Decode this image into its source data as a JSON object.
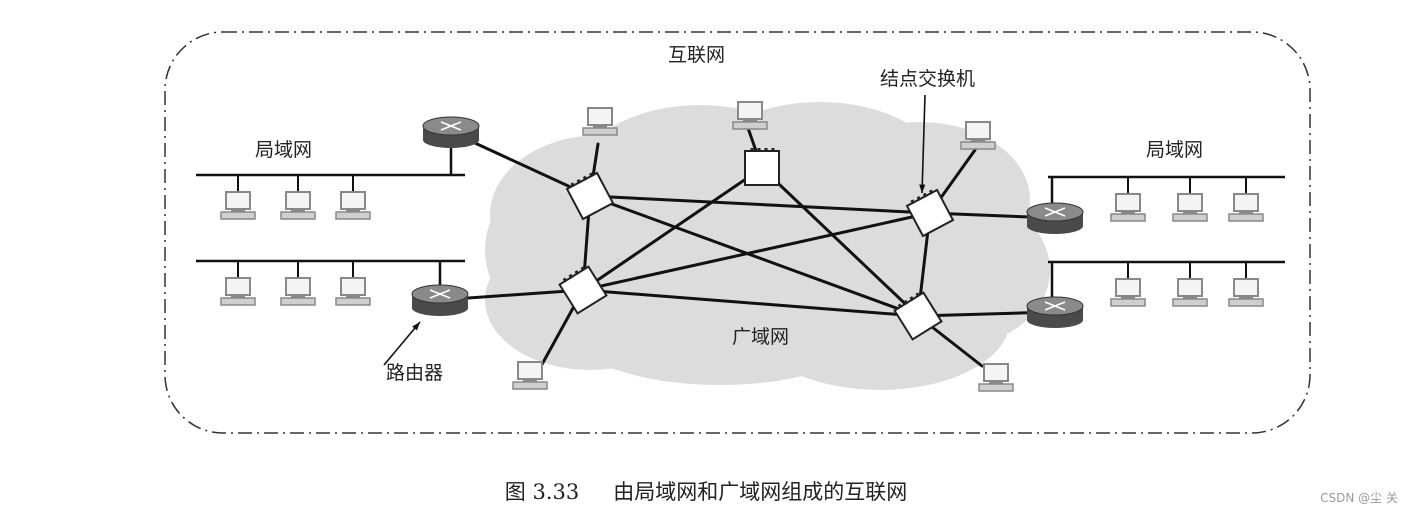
{
  "labels": {
    "internet": "互联网",
    "node_switch": "结点交换机",
    "lan_left": "局域网",
    "lan_right": "局域网",
    "wan": "广域网",
    "router": "路由器"
  },
  "caption": {
    "figure_number": "图 3.33",
    "text": "由局域网和广域网组成的互联网"
  },
  "watermark": "CSDN @尘  关",
  "colors": {
    "line": "#111111",
    "cloud": "#dcdcdc",
    "router_body": "#4a4a4a",
    "router_top": "#8a8a8a",
    "switch_fill": "#ffffff",
    "computer": "#888888"
  }
}
